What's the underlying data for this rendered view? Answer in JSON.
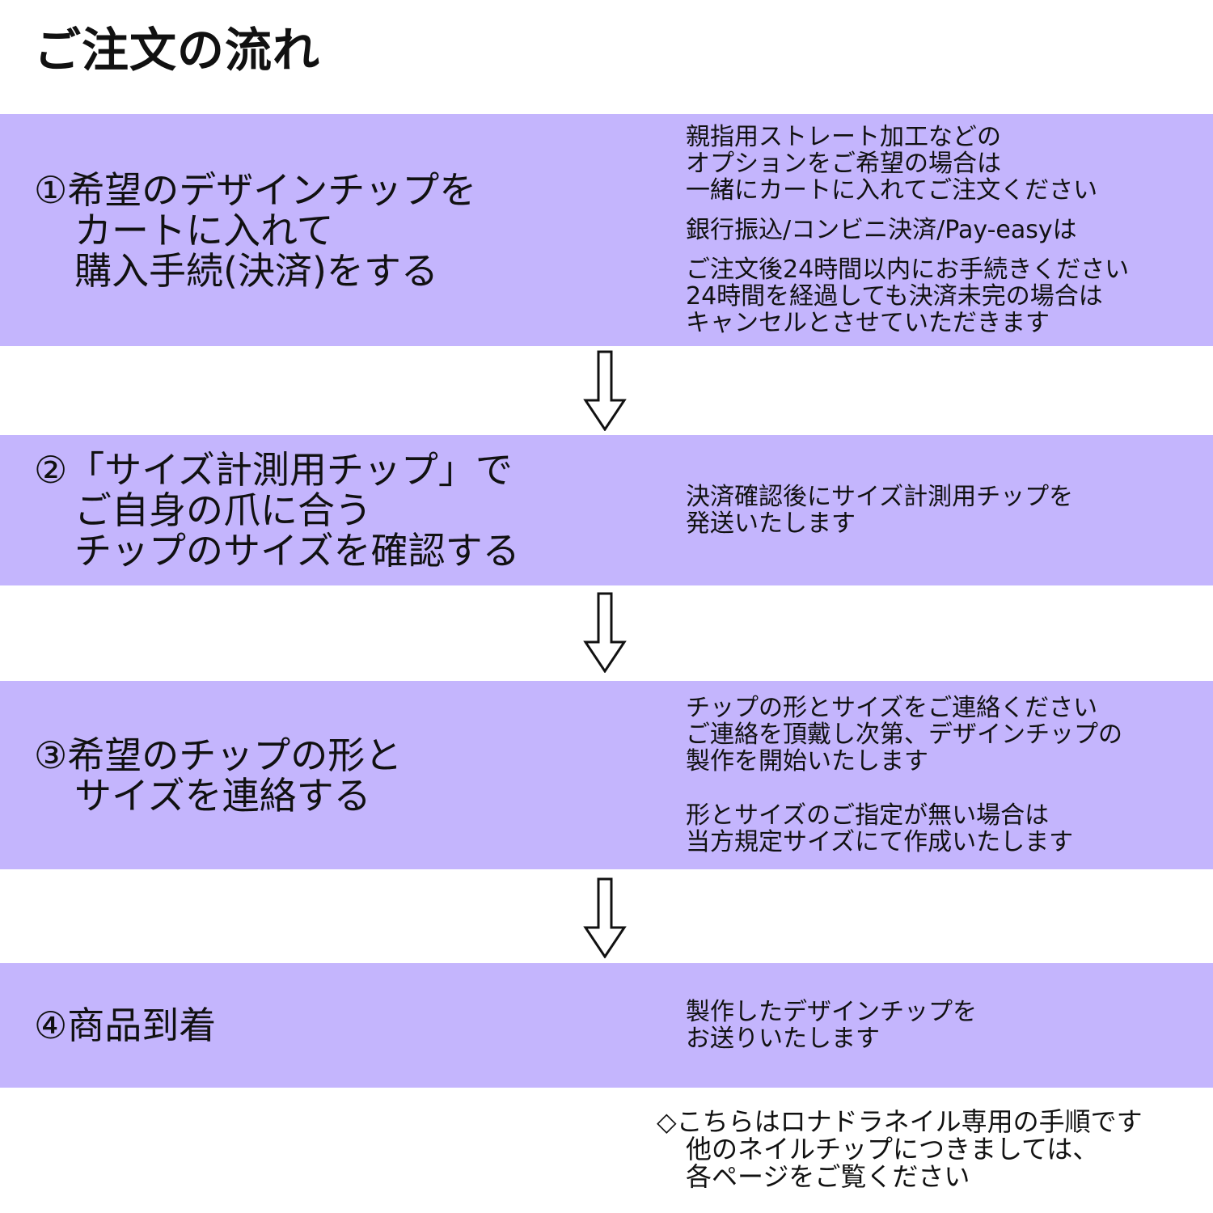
{
  "page": {
    "title": "ご注文の流れ",
    "colors": {
      "band": "#c4b5fd",
      "text": "#111111",
      "background": "#ffffff",
      "arrow": "#111111"
    }
  },
  "steps": [
    {
      "heading_lines": [
        "①希望のデザインチップを",
        "カートに入れて",
        "購入手続(決済)をする"
      ],
      "notes": [
        [
          "親指用ストレート加工などの",
          "オプションをご希望の場合は",
          "一緒にカートに入れてご注文ください"
        ],
        [
          "銀行振込/コンビニ決済/Pay-easyは"
        ],
        [
          "ご注文後24時間以内にお手続きください",
          "24時間を経過しても決済未完の場合は",
          "キャンセルとさせていただきます"
        ]
      ]
    },
    {
      "heading_lines": [
        "②「サイズ計測用チップ」で",
        "ご自身の爪に合う",
        "チップのサイズを確認する"
      ],
      "notes": [
        [
          "決済確認後にサイズ計測用チップを",
          "発送いたします"
        ]
      ]
    },
    {
      "heading_lines": [
        "③希望のチップの形と",
        "サイズを連絡する"
      ],
      "notes": [
        [
          "チップの形とサイズをご連絡ください",
          "ご連絡を頂戴し次第、デザインチップの",
          "製作を開始いたします"
        ],
        [
          "形とサイズのご指定が無い場合は",
          "当方規定サイズにて作成いたします"
        ]
      ]
    },
    {
      "heading_lines": [
        "④商品到着"
      ],
      "notes": [
        [
          "製作したデザインチップを",
          "お送りいたします"
        ]
      ]
    }
  ],
  "arrows": [
    {
      "icon": "down-arrow-icon"
    },
    {
      "icon": "down-arrow-icon"
    },
    {
      "icon": "down-arrow-icon"
    }
  ],
  "footnote": {
    "lines": [
      "◇こちらはロナドラネイル専用の手順です",
      "他のネイルチップにつきましては、",
      "各ページをご覧ください"
    ]
  }
}
